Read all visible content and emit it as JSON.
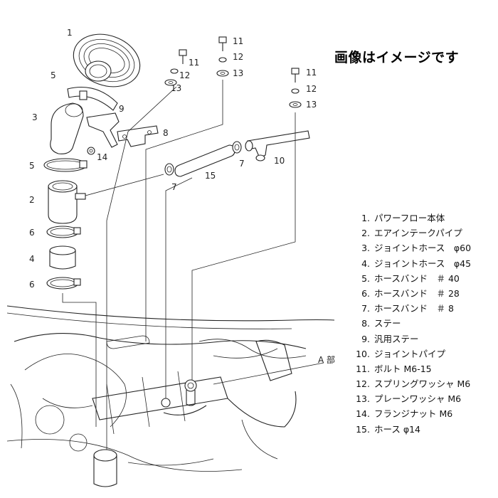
{
  "notice": "画像はイメージです",
  "callouts": {
    "c1": "1",
    "c5a": "5",
    "c3": "3",
    "c9": "9",
    "c8": "8",
    "c14": "14",
    "c5b": "5",
    "c2": "2",
    "c6a": "6",
    "c4": "4",
    "c6b": "6",
    "c7a": "7",
    "c15": "15",
    "c7b": "7",
    "c10": "10",
    "c11a": "11",
    "c12a": "12",
    "c13a": "13",
    "c11b": "11",
    "c12b": "12",
    "c13b": "13",
    "c11c": "11",
    "c12c": "12",
    "c13c": "13",
    "a_section": "A 部"
  },
  "parts": [
    {
      "num": "1.",
      "name": "パワーフロー本体"
    },
    {
      "num": "2.",
      "name": "エアインテークパイプ"
    },
    {
      "num": "3.",
      "name": "ジョイントホース　φ60"
    },
    {
      "num": "4.",
      "name": "ジョイントホース　φ45"
    },
    {
      "num": "5.",
      "name": "ホースバンド　＃ 40"
    },
    {
      "num": "6.",
      "name": "ホースバンド　＃ 28"
    },
    {
      "num": "7.",
      "name": "ホースバンド　＃ 8"
    },
    {
      "num": "8.",
      "name": "ステー"
    },
    {
      "num": "9.",
      "name": "汎用ステー"
    },
    {
      "num": "10.",
      "name": "ジョイントパイプ"
    },
    {
      "num": "11.",
      "name": "ボルト  M6-15"
    },
    {
      "num": "12.",
      "name": "スプリングワッシャ  M6"
    },
    {
      "num": "13.",
      "name": "プレーンワッシャ  M6"
    },
    {
      "num": "14.",
      "name": "フランジナット  M6"
    },
    {
      "num": "15.",
      "name": "ホース  φ14"
    }
  ]
}
